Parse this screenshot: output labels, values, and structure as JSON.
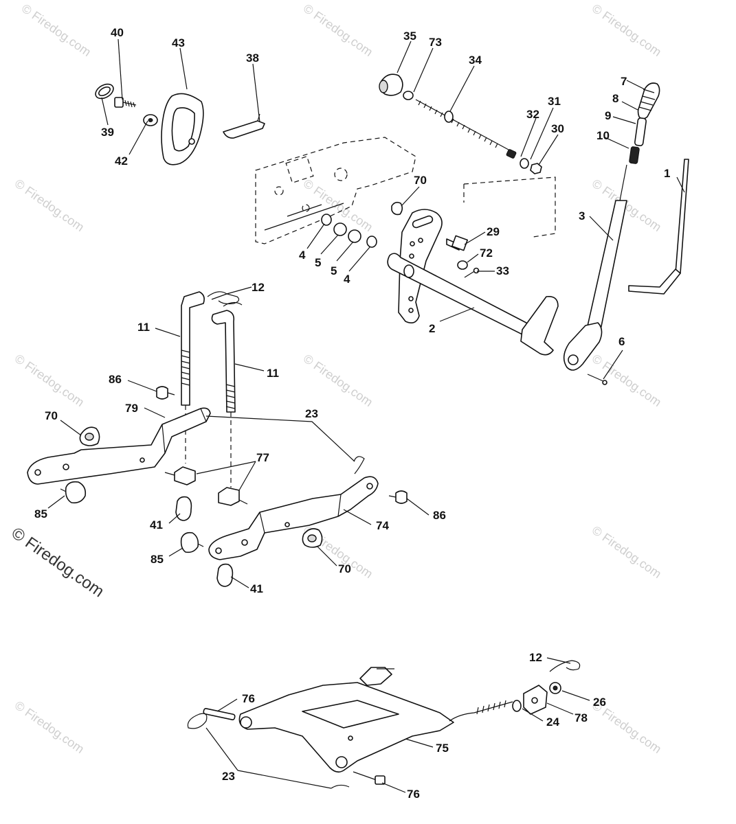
{
  "watermark": {
    "text": "© Firedog.com",
    "main_text": "© Firedog.com"
  },
  "callouts": [
    {
      "id": "c40",
      "text": "40"
    },
    {
      "id": "c43",
      "text": "43"
    },
    {
      "id": "c38",
      "text": "38"
    },
    {
      "id": "c39",
      "text": "39"
    },
    {
      "id": "c42",
      "text": "42"
    },
    {
      "id": "c35",
      "text": "35"
    },
    {
      "id": "c73",
      "text": "73"
    },
    {
      "id": "c34",
      "text": "34"
    },
    {
      "id": "c7",
      "text": "7"
    },
    {
      "id": "c8",
      "text": "8"
    },
    {
      "id": "c9",
      "text": "9"
    },
    {
      "id": "c10",
      "text": "10"
    },
    {
      "id": "c31",
      "text": "31"
    },
    {
      "id": "c32",
      "text": "32"
    },
    {
      "id": "c30",
      "text": "30"
    },
    {
      "id": "c1",
      "text": "1"
    },
    {
      "id": "c3",
      "text": "3"
    },
    {
      "id": "c70a",
      "text": "70"
    },
    {
      "id": "c29",
      "text": "29"
    },
    {
      "id": "c72",
      "text": "72"
    },
    {
      "id": "c33",
      "text": "33"
    },
    {
      "id": "c4a",
      "text": "4"
    },
    {
      "id": "c5a",
      "text": "5"
    },
    {
      "id": "c5b",
      "text": "5"
    },
    {
      "id": "c4b",
      "text": "4"
    },
    {
      "id": "c12a",
      "text": "12"
    },
    {
      "id": "c11a",
      "text": "11"
    },
    {
      "id": "c11b",
      "text": "11"
    },
    {
      "id": "c2",
      "text": "2"
    },
    {
      "id": "c6",
      "text": "6"
    },
    {
      "id": "c86a",
      "text": "86"
    },
    {
      "id": "c79",
      "text": "79"
    },
    {
      "id": "c70b",
      "text": "70"
    },
    {
      "id": "c23a",
      "text": "23"
    },
    {
      "id": "c77",
      "text": "77"
    },
    {
      "id": "c85a",
      "text": "85"
    },
    {
      "id": "c41a",
      "text": "41"
    },
    {
      "id": "c74",
      "text": "74"
    },
    {
      "id": "c86b",
      "text": "86"
    },
    {
      "id": "c85b",
      "text": "85"
    },
    {
      "id": "c70c",
      "text": "70"
    },
    {
      "id": "c41b",
      "text": "41"
    },
    {
      "id": "c12b",
      "text": "12"
    },
    {
      "id": "c76a",
      "text": "76"
    },
    {
      "id": "c26",
      "text": "26"
    },
    {
      "id": "c24",
      "text": "24"
    },
    {
      "id": "c78",
      "text": "78"
    },
    {
      "id": "c75",
      "text": "75"
    },
    {
      "id": "c23b",
      "text": "23"
    },
    {
      "id": "c76b",
      "text": "76"
    }
  ]
}
